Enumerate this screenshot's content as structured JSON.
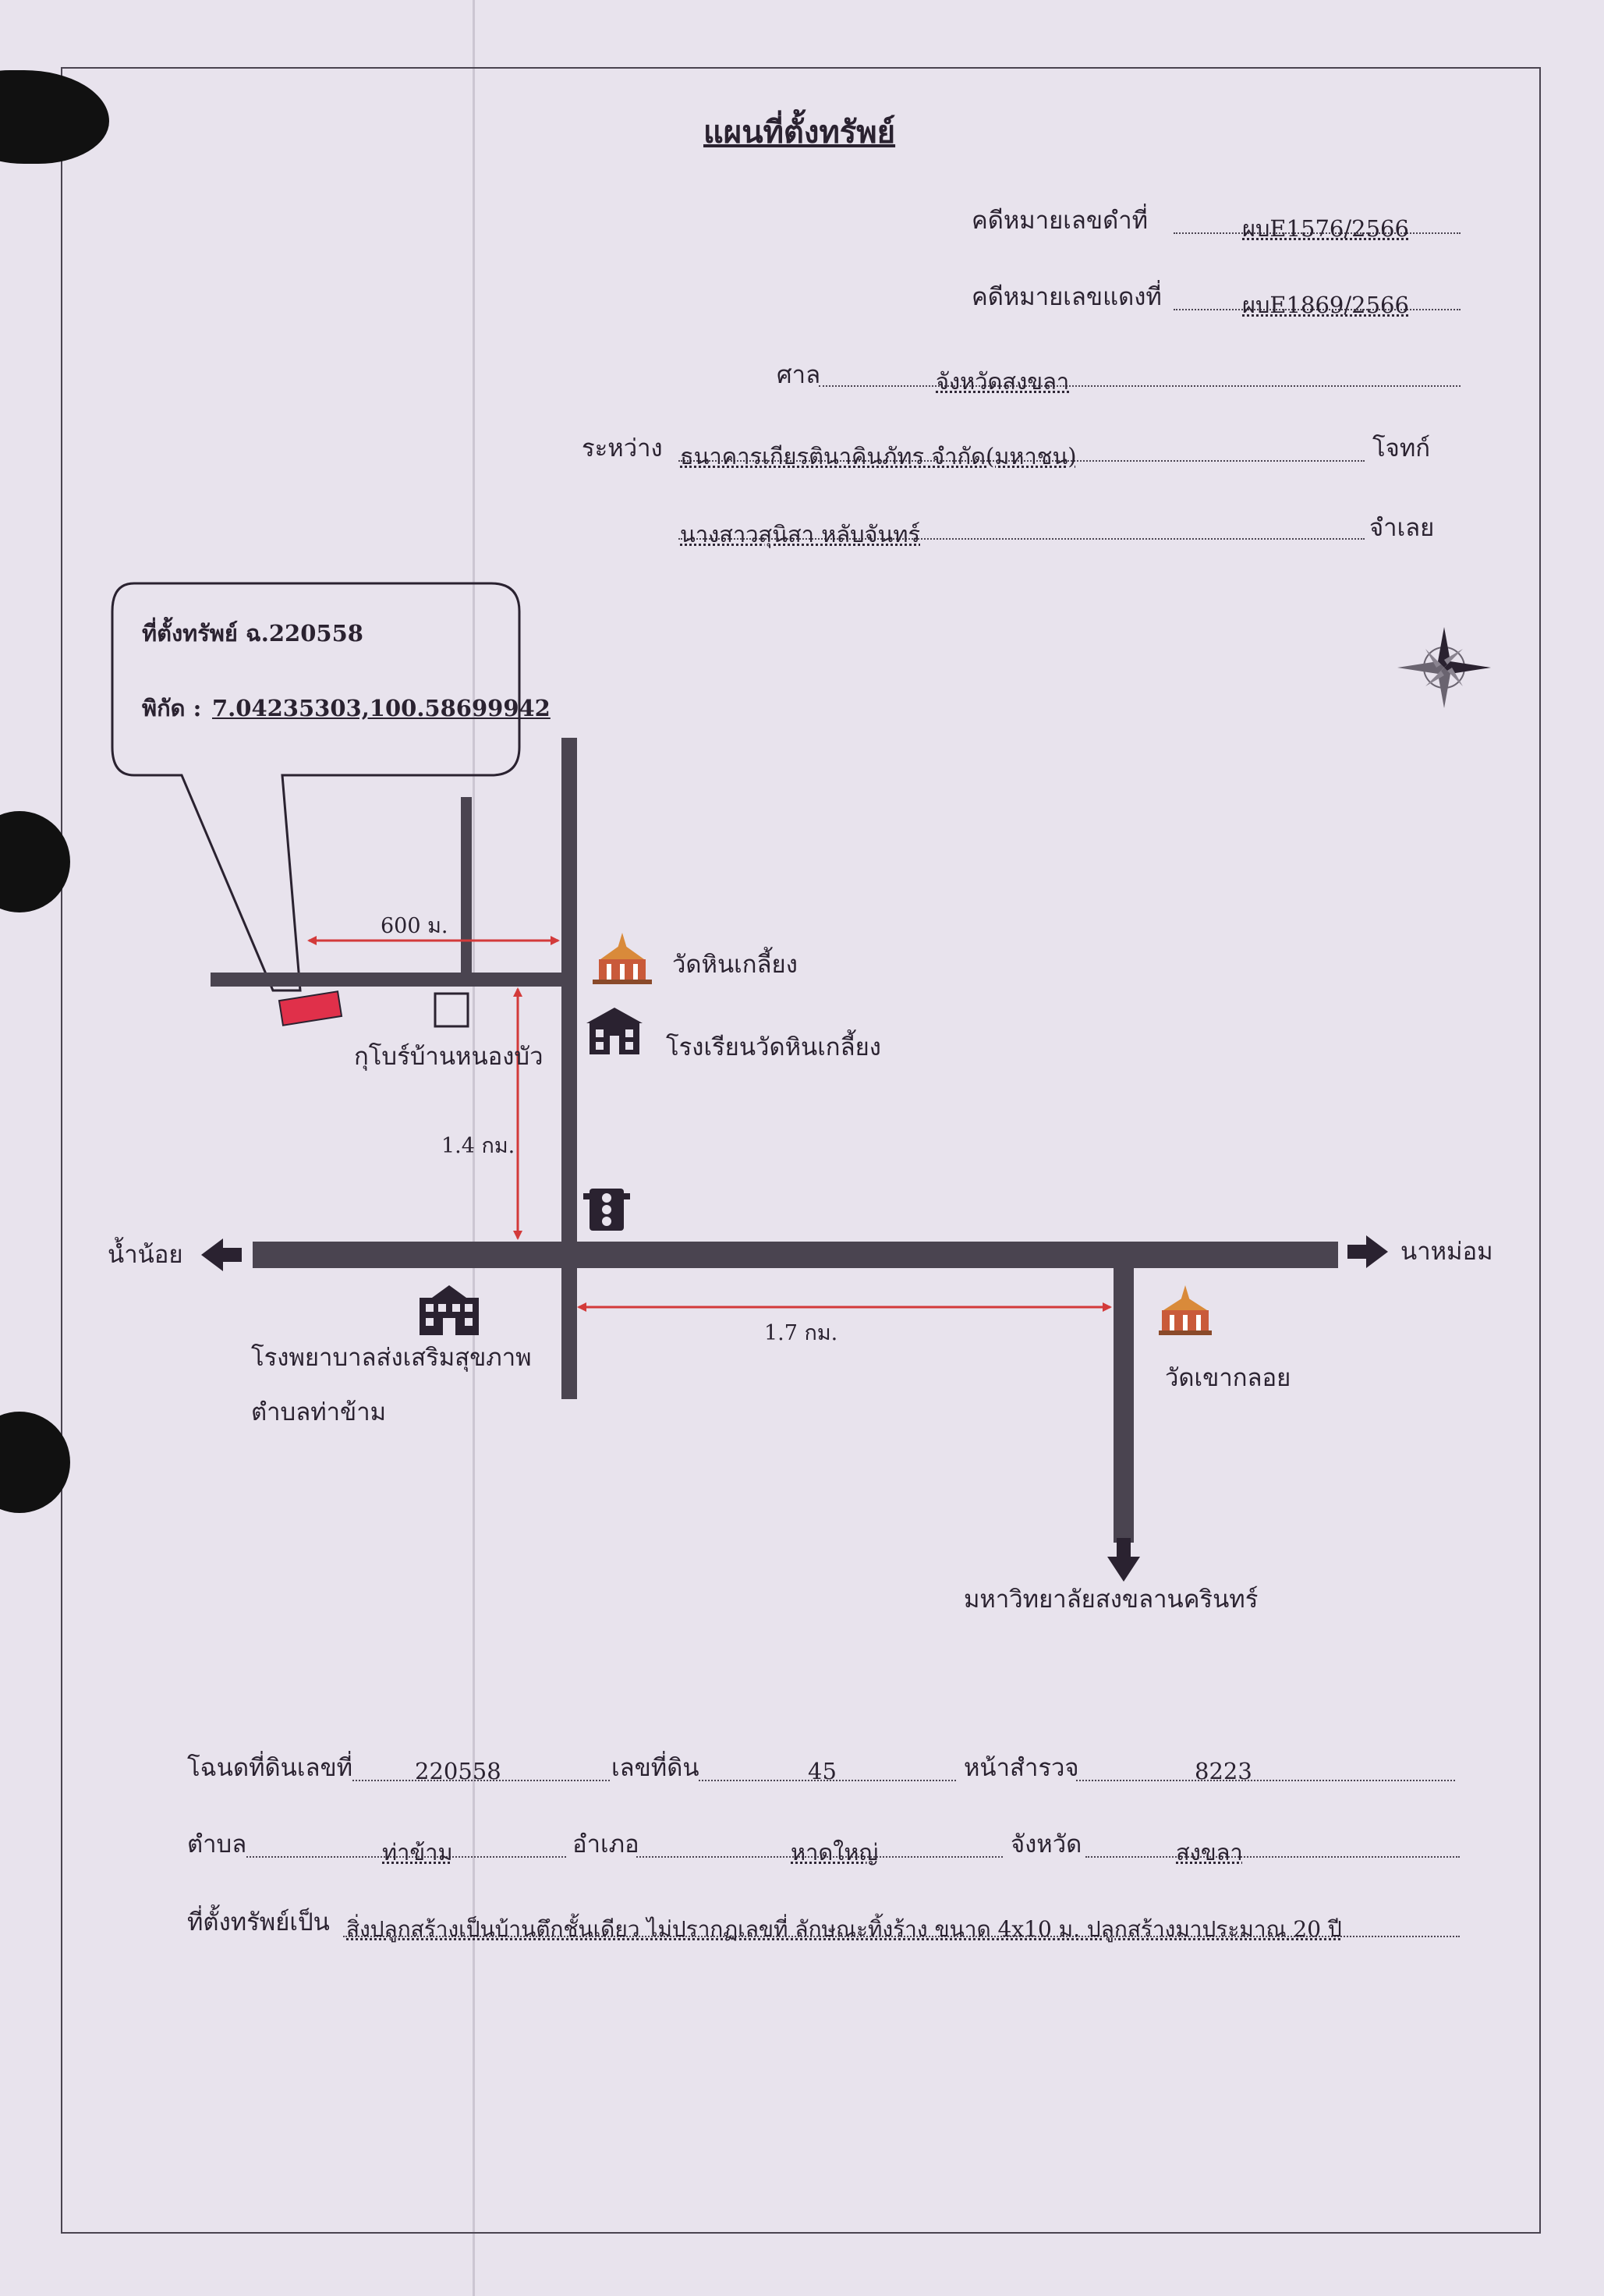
{
  "header": {
    "title": "แผนที่ตั้งทรัพย์",
    "black_case_label": "คดีหมายเลขดำที่",
    "black_case_value": "ผบE1576/2566",
    "red_case_label": "คดีหมายเลขแดงที่",
    "red_case_value": "ผบE1869/2566",
    "court_label": "ศาล",
    "court_value": "จังหวัดสงขลา",
    "between_label": "ระหว่าง",
    "plaintiff_value": "ธนาคารเกียรตินาคินภัทร จำกัด(มหาชน)",
    "plaintiff_role": "โจทก์",
    "defendant_value": "นางสาวสุนิสา หลับจันทร์",
    "defendant_role": "จำเลย"
  },
  "callout": {
    "property_line": "ที่ตั้งทรัพย์ ฉ.220558",
    "coord_label": "พิกัด :",
    "coord_value": "7.04235303,100.58699942"
  },
  "map": {
    "distance_600": "600 ม.",
    "distance_1_4": "1.4 กม.",
    "distance_1_7": "1.7 กม.",
    "wat_hin_kliang": "วัดหินเกลี้ยง",
    "school": "โรงเรียนวัดหินเกลี้ยง",
    "kupi": "กุโบร์บ้านหนองบัว",
    "left_dest": "น้ำน้อย",
    "right_dest": "นาหม่อม",
    "hospital_line1": "โรงพยาบาลส่งเสริมสุขภาพ",
    "hospital_line2": "ตำบลท่าข้าม",
    "wat_khao_kloi": "วัดเขากลอย",
    "university": "มหาวิทยาลัยสงขลานครินทร์",
    "colors": {
      "road": "#4a4450",
      "distance_arrow": "#d33a3a",
      "property": "#e0304a",
      "temple": "#d98a3a"
    }
  },
  "footer": {
    "deed_label": "โฉนดที่ดินเลขที่",
    "deed_value": "220558",
    "land_no_label": "เลขที่ดิน",
    "land_no_value": "45",
    "survey_label": "หน้าสำรวจ",
    "survey_value": "8223",
    "tambon_label": "ตำบล",
    "tambon_value": "ท่าข้าม",
    "amphoe_label": "อำเภอ",
    "amphoe_value": "หาดใหญ่",
    "province_label": "จังหวัด",
    "province_value": "สงขลา",
    "property_is_label": "ที่ตั้งทรัพย์เป็น",
    "property_is_value": "สิ่งปลูกสร้างเป็นบ้านตึกชั้นเดียว ไม่ปรากฏเลขที่ ลักษณะทิ้งร้าง ขนาด 4x10 ม. ปลูกสร้างมาประมาณ 20 ปี"
  }
}
